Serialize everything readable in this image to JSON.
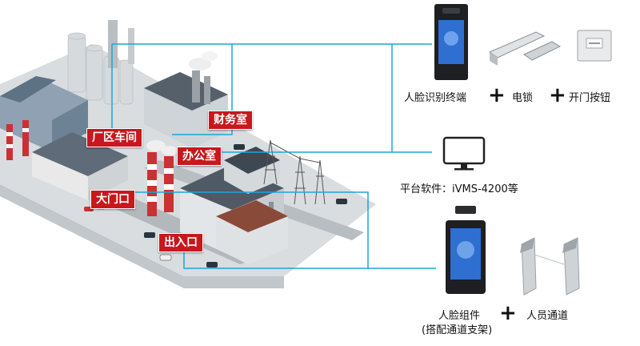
{
  "areas": {
    "workshop": "厂区车间",
    "finance": "财务室",
    "office": "办公室",
    "gate": "大门口",
    "entrance": "出入口"
  },
  "devices": {
    "face_terminal": "人脸识别终端",
    "lock": "电锁",
    "button": "开门按钮",
    "platform": "平台软件：iVMS-4200等",
    "face_module": "人脸组件",
    "face_module_note": "(搭配通道支架)",
    "channel": "人员通道",
    "plus": "+"
  },
  "colors": {
    "line": "#1aa7d8",
    "tag": "#c8171d"
  },
  "icons": [
    "factory-illustration",
    "face-terminal-icon",
    "electric-lock-icon",
    "exit-button-icon",
    "monitor-icon",
    "face-module-icon",
    "turnstile-icon"
  ]
}
